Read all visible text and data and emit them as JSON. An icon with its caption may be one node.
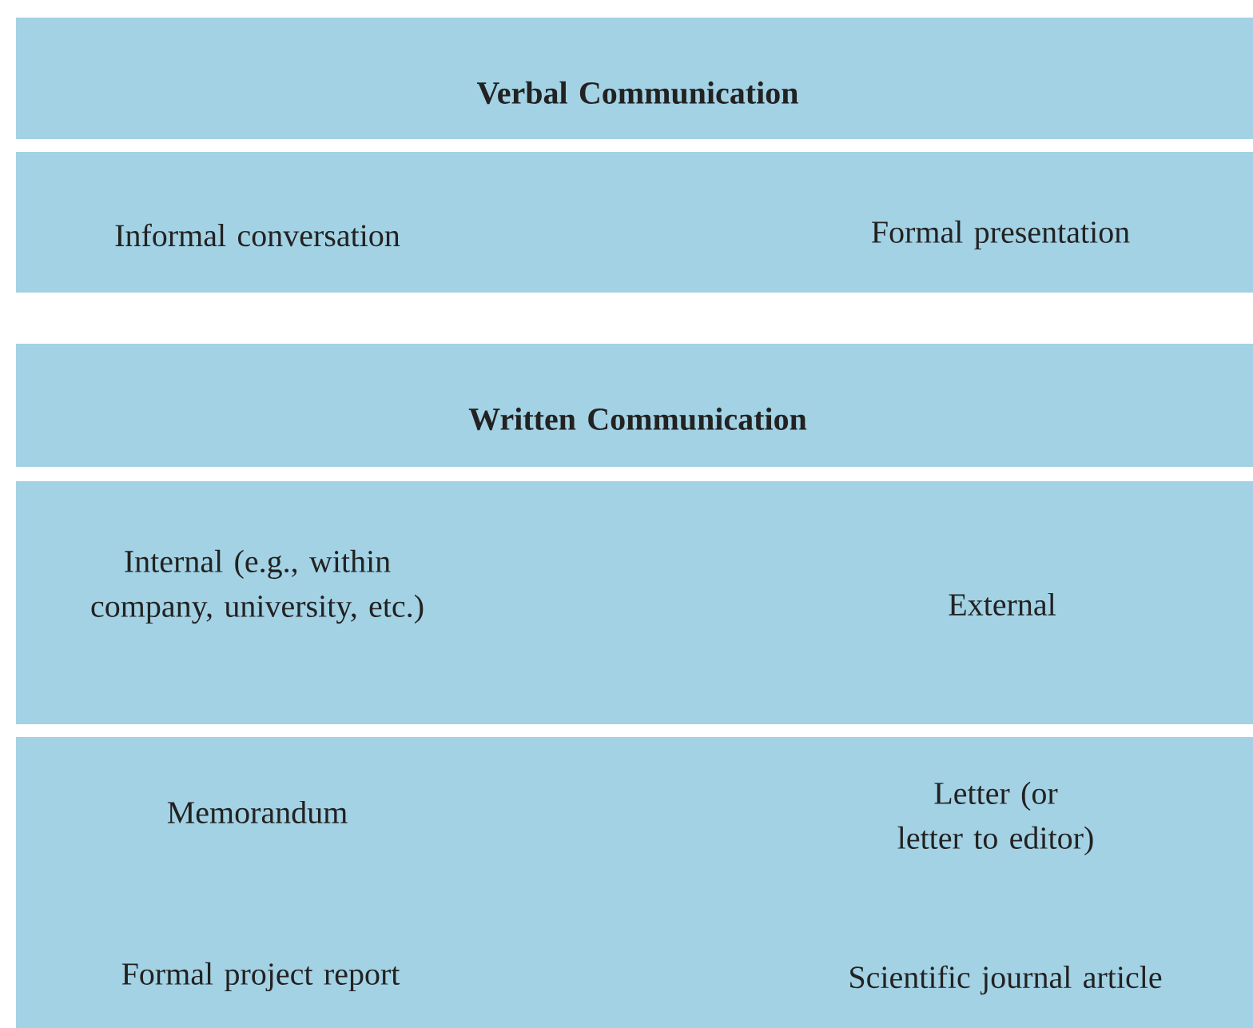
{
  "diagram": {
    "nodes": [
      {
        "text": [
          "Verbal Communication"
        ]
      },
      {
        "text": [
          "Informal conversation",
          "Formal presentation"
        ]
      },
      {
        "text": [
          "Written Communication"
        ]
      },
      {
        "text": [
          "Internal (e.g., within company, university, etc.)",
          "External"
        ]
      },
      {
        "text": [
          "Memorandum",
          "Letter (or letter to editor)",
          "Formal project report",
          "Scientific journal article"
        ]
      }
    ]
  }
}
